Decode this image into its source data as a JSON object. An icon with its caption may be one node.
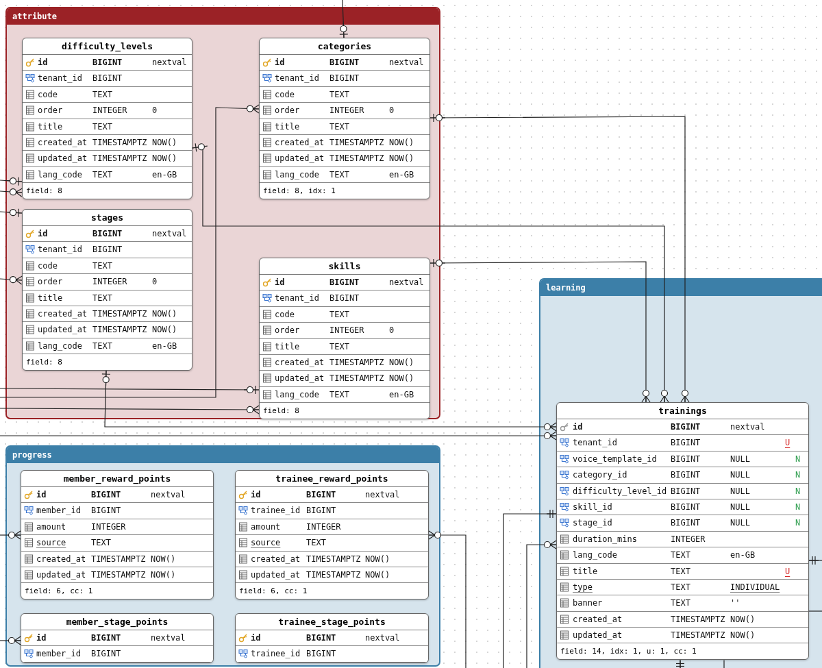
{
  "diagram": {
    "nodes": [
      {
        "text": [
          "attribute"
        ]
      },
      {
        "text": [
          "difficulty_levels",
          "id",
          "BIGINT",
          "nextval",
          "tenant_id",
          "BIGINT",
          "code",
          "TEXT",
          "order",
          "INTEGER",
          "0",
          "title",
          "TEXT",
          "created_at",
          "TIMESTAMPTZ",
          "NOW()",
          "updated_at",
          "TIMESTAMPTZ",
          "NOW()",
          "lang_code",
          "TEXT",
          "en-GB",
          "field: 8"
        ],
        "in": 0
      },
      {
        "text": [
          "categories",
          "id",
          "BIGINT",
          "nextval",
          "tenant_id",
          "BIGINT",
          "code",
          "TEXT",
          "order",
          "INTEGER",
          "0",
          "title",
          "TEXT",
          "created_at",
          "TIMESTAMPTZ",
          "NOW()",
          "updated_at",
          "TIMESTAMPTZ",
          "NOW()",
          "lang_code",
          "TEXT",
          "en-GB",
          "field: 8, idx: 1"
        ],
        "in": 0
      },
      {
        "text": [
          "stages",
          "id",
          "BIGINT",
          "nextval",
          "tenant_id",
          "BIGINT",
          "code",
          "TEXT",
          "order",
          "INTEGER",
          "0",
          "title",
          "TEXT",
          "created_at",
          "TIMESTAMPTZ",
          "NOW()",
          "updated_at",
          "TIMESTAMPTZ",
          "NOW()",
          "lang_code",
          "TEXT",
          "en-GB",
          "field: 8"
        ],
        "in": 0
      },
      {
        "text": [
          "skills",
          "id",
          "BIGINT",
          "nextval",
          "tenant_id",
          "BIGINT",
          "code",
          "TEXT",
          "order",
          "INTEGER",
          "0",
          "title",
          "TEXT",
          "created_at",
          "TIMESTAMPTZ",
          "NOW()",
          "updated_at",
          "TIMESTAMPTZ",
          "NOW()",
          "lang_code",
          "TEXT",
          "en-GB",
          "field: 8"
        ],
        "in": 0
      },
      {
        "text": [
          "learning"
        ]
      },
      {
        "text": [
          "trainings",
          "id",
          "BIGINT",
          "nextval",
          "tenant_id",
          "BIGINT",
          "U",
          "voice_template_id",
          "BIGINT",
          "NULL",
          "N",
          "category_id",
          "BIGINT",
          "NULL",
          "N",
          "difficulty_level_id",
          "BIGINT",
          "NULL",
          "N",
          "skill_id",
          "BIGINT",
          "NULL",
          "N",
          "stage_id",
          "BIGINT",
          "NULL",
          "N",
          "duration_mins",
          "INTEGER",
          "lang_code",
          "TEXT",
          "en-GB",
          "title",
          "TEXT",
          "U",
          "type",
          "TEXT",
          "INDIVIDUAL",
          "banner",
          "TEXT",
          "''",
          "created_at",
          "TIMESTAMPTZ",
          "NOW()",
          "updated_at",
          "TIMESTAMPTZ",
          "NOW()",
          "field: 14, idx: 1, u: 1, cc: 1"
        ],
        "in": 5
      },
      {
        "text": [
          "progress"
        ]
      },
      {
        "text": [
          "member_reward_points",
          "id",
          "BIGINT",
          "nextval",
          "member_id",
          "BIGINT",
          "amount",
          "INTEGER",
          "source",
          "TEXT",
          "created_at",
          "TIMESTAMPTZ",
          "NOW()",
          "updated_at",
          "TIMESTAMPTZ",
          "NOW()",
          "field: 6, cc: 1"
        ],
        "in": 7
      },
      {
        "text": [
          "trainee_reward_points",
          "id",
          "BIGINT",
          "nextval",
          "trainee_id",
          "BIGINT",
          "amount",
          "INTEGER",
          "source",
          "TEXT",
          "created_at",
          "TIMESTAMPTZ",
          "NOW()",
          "updated_at",
          "TIMESTAMPTZ",
          "NOW()",
          "field: 6, cc: 1"
        ],
        "in": 7
      },
      {
        "text": [
          "member_stage_points",
          "id",
          "BIGINT",
          "nextval",
          "member_id",
          "BIGINT"
        ],
        "in": 7
      },
      {
        "text": [
          "trainee_stage_points",
          "id",
          "BIGINT",
          "nextval",
          "trainee_id",
          "BIGINT"
        ],
        "in": 7
      }
    ],
    "edges": [
      {
        "from": null,
        "to": 2,
        "arrow": "other"
      },
      {
        "from": null,
        "to": 1,
        "arrow": "other"
      },
      {
        "from": null,
        "to": 1,
        "arrow": "other"
      },
      {
        "from": null,
        "to": 3,
        "arrow": "other"
      },
      {
        "from": null,
        "to": 3,
        "arrow": "other"
      },
      {
        "from": null,
        "to": 2,
        "arrow": "other"
      },
      {
        "from": 2,
        "to": 6,
        "arrow": "other"
      },
      {
        "from": 1,
        "to": 6,
        "arrow": "other"
      },
      {
        "from": 4,
        "to": 6,
        "arrow": "other"
      },
      {
        "from": null,
        "to": 4,
        "arrow": "other"
      },
      {
        "from": null,
        "to": 4,
        "arrow": "other"
      },
      {
        "from": 3,
        "to": 6,
        "arrow": "other"
      },
      {
        "from": null,
        "to": 6,
        "arrow": "other"
      },
      {
        "from": null,
        "to": 6,
        "arrow": "other"
      },
      {
        "from": null,
        "to": 6,
        "arrow": "other"
      },
      {
        "from": null,
        "to": 6,
        "arrow": "other"
      },
      {
        "from": null,
        "to": 6,
        "arrow": "none"
      },
      {
        "from": null,
        "to": 6,
        "arrow": "other"
      },
      {
        "from": null,
        "to": 6,
        "arrow": "none"
      },
      {
        "from": null,
        "to": 8,
        "arrow": "other"
      },
      {
        "from": null,
        "to": 9,
        "arrow": "other"
      },
      {
        "from": null,
        "to": 10,
        "arrow": "other"
      }
    ]
  }
}
